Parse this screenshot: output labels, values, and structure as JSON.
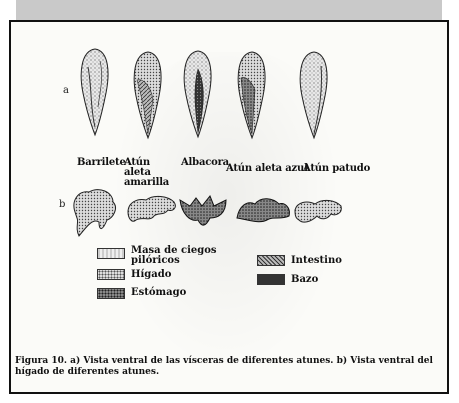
{
  "panel_labels": {
    "a": "a",
    "b": "b"
  },
  "species": [
    "Barrilete",
    "Atún aleta amarilla",
    "Albacora",
    "Atún aleta azul",
    "Atún patudo"
  ],
  "legend": [
    {
      "label": "Masa de ciegos pilóricos",
      "pattern": "stipple"
    },
    {
      "label": "Hígado",
      "pattern": "dots"
    },
    {
      "label": "Estómago",
      "pattern": "dense"
    },
    {
      "label": "Intestino",
      "pattern": "hatch"
    },
    {
      "label": "Bazo",
      "pattern": "dark"
    }
  ],
  "caption": "Figura 10. a) Vista ventral de las vísceras de diferentes atunes. b) Vista ventral del hígado de diferentes atunes.",
  "colors": {
    "ink": "#222222",
    "paper": "#fbfbf8",
    "frame": "#111111",
    "topbar": "#c9c9c9"
  }
}
